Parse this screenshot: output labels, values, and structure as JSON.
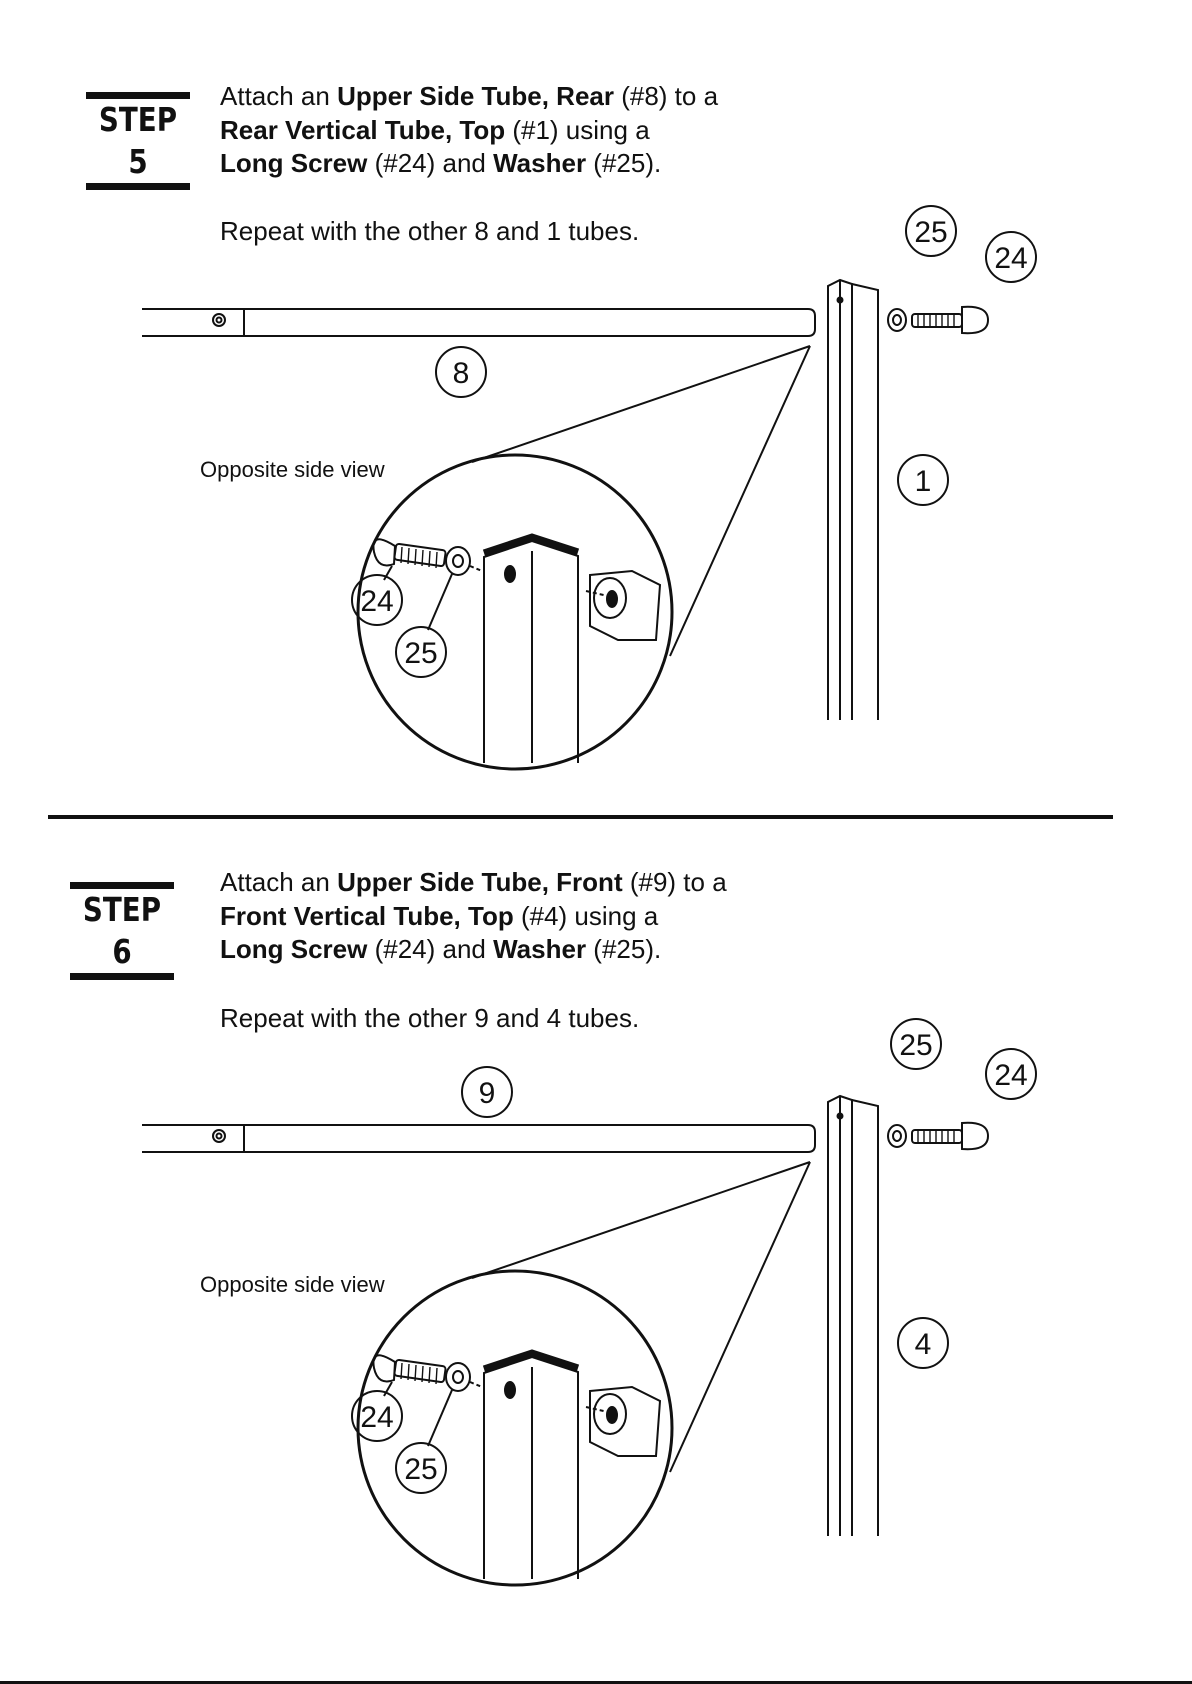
{
  "steps": [
    {
      "label": "STEP 5",
      "line1": {
        "pre": "Attach an ",
        "b1": "Upper Side Tube, Rear",
        "post": " (#8) to a"
      },
      "line2": {
        "b1": "Rear Vertical Tube, Top",
        "post": " (#1) using a"
      },
      "line3": {
        "b1": "Long Screw",
        "mid": " (#24) and ",
        "b2": "Washer",
        "post": " (#25)."
      },
      "repeat": "Repeat with the other 8 and 1 tubes.",
      "caption": "Opposite side view",
      "callouts": {
        "tube_horizontal": "8",
        "tube_vertical": "1",
        "screw": "24",
        "washer": "25"
      }
    },
    {
      "label": "STEP 6",
      "line1": {
        "pre": "Attach an ",
        "b1": "Upper Side Tube, Front",
        "post": " (#9) to a"
      },
      "line2": {
        "b1": "Front Vertical Tube, Top",
        "post": " (#4) using a"
      },
      "line3": {
        "b1": "Long Screw",
        "mid": " (#24) and ",
        "b2": "Washer",
        "post": " (#25)."
      },
      "repeat": "Repeat with the other 9 and 4 tubes.",
      "caption": "Opposite side view",
      "callouts": {
        "tube_horizontal": "9",
        "tube_vertical": "4",
        "screw": "24",
        "washer": "25"
      }
    }
  ]
}
